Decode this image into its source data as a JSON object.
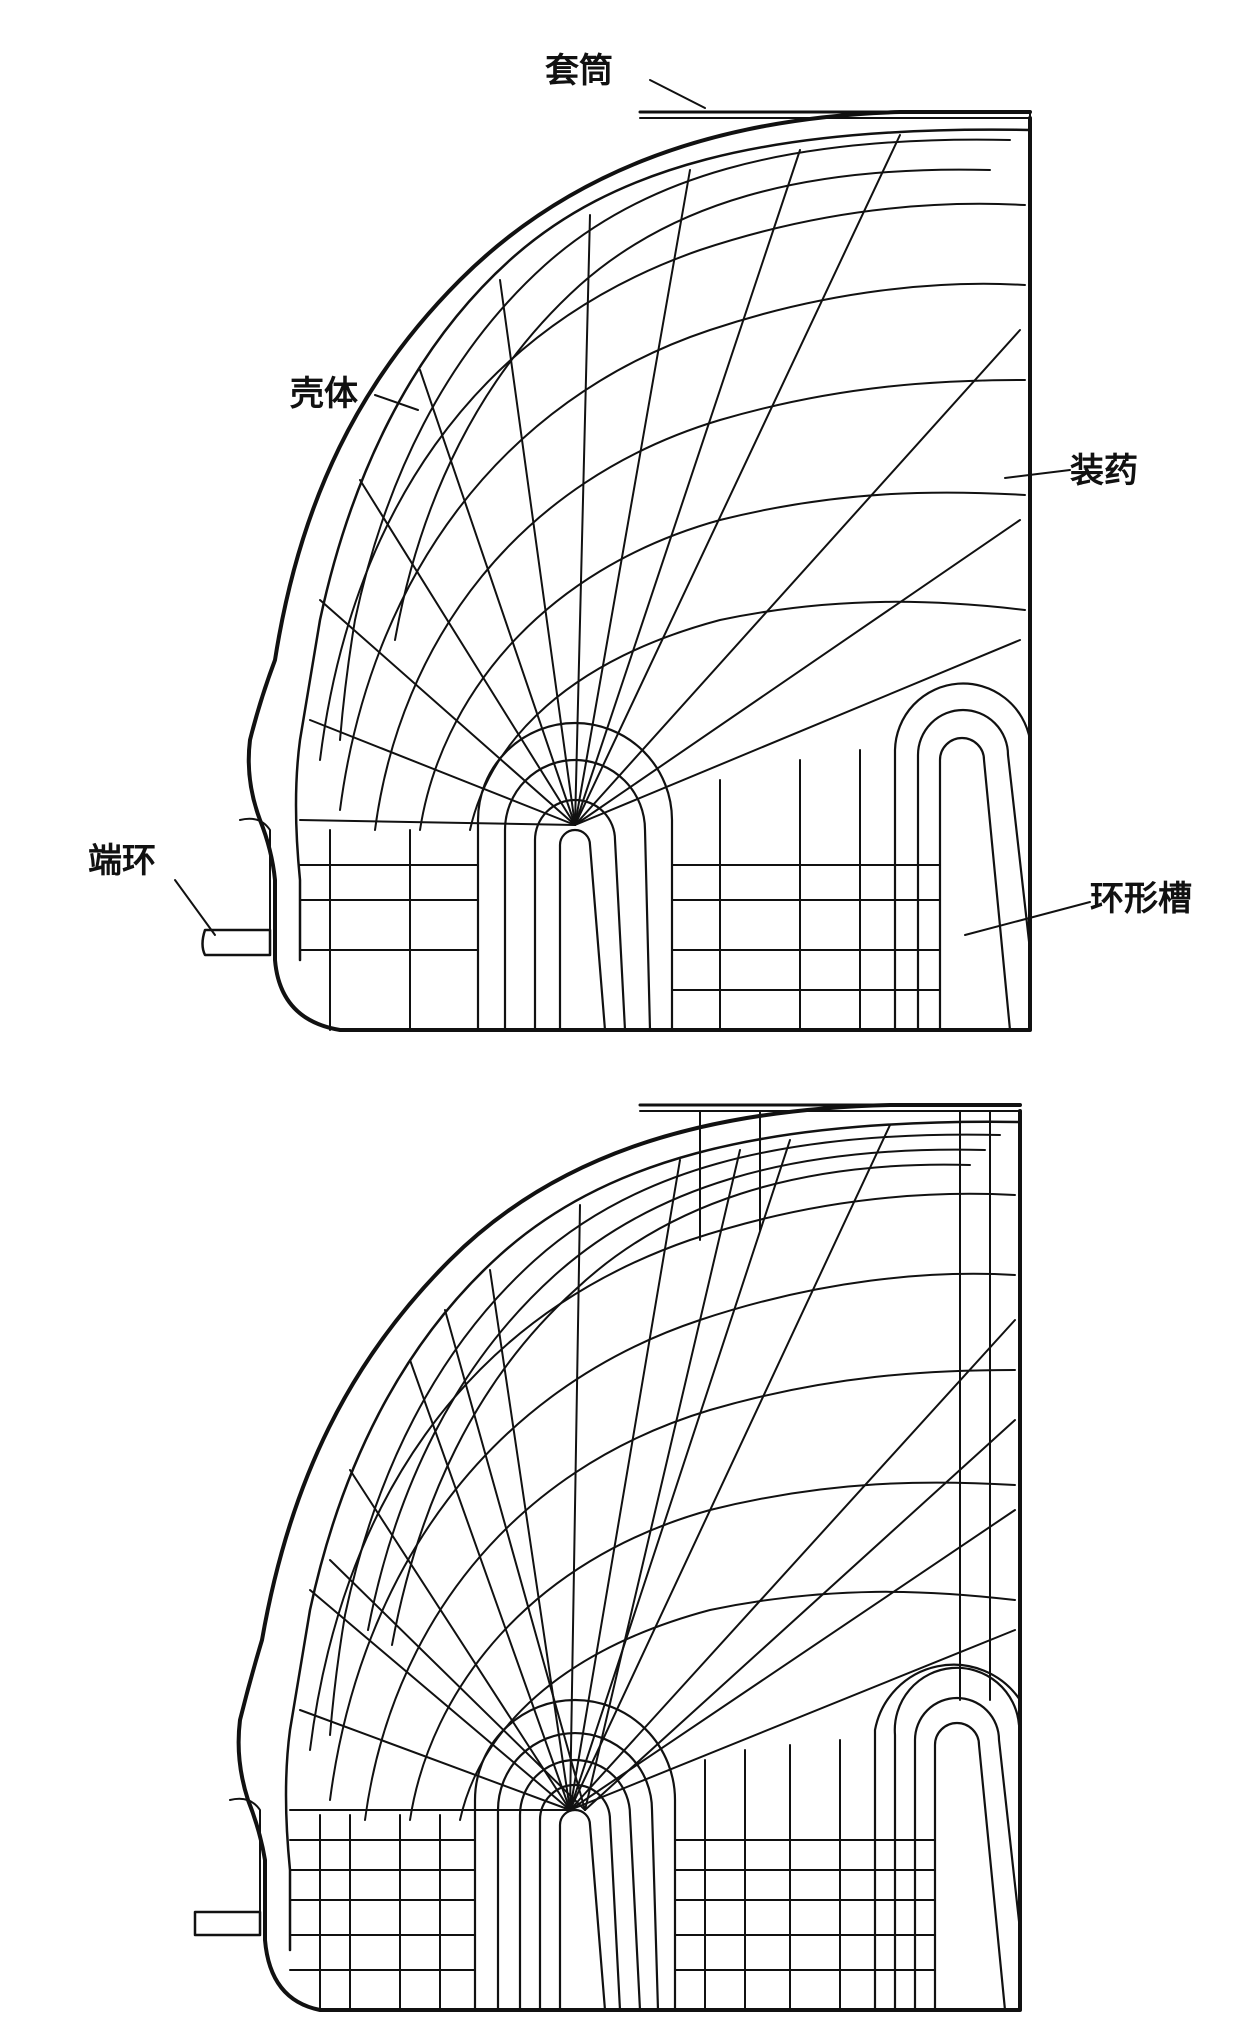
{
  "labels": {
    "sleeve": "套筒",
    "shell": "壳体",
    "charge": "装药",
    "end_ring": "端环",
    "annular_groove": "环形槽"
  },
  "colors": {
    "line": "#111111",
    "background": "#ffffff"
  }
}
